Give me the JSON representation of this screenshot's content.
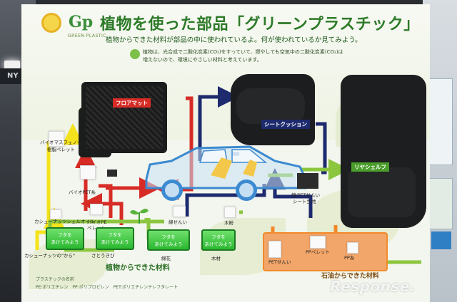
{
  "header": {
    "title": "植物を使った部品「グリーンプラスチック」",
    "logo_mark": "Gp",
    "logo_text": "GREEN PLASTIC",
    "subtitle": "植物からできた材料が部品の中に使われているよ。何が使われているか見てみよう。",
    "note_line1": "植物は、光合成で二酸化炭素(CO₂)をすっていて、燃やしても空気中の二酸化炭素(CO₂)は",
    "note_line2": "増えないので、環境にやさしい材料と考えています。"
  },
  "parts": {
    "floor_mat": "フロアマット",
    "seat_cushion": "シートクッション",
    "seat_back": "リヤシェルフ"
  },
  "materials": {
    "bio_polyester": "バイオマスフェノール",
    "bio_polyester_2": "樹脂ペレット",
    "bio_pe": "バイオPET糸",
    "cassava": "カシューナッツシェルオイル",
    "bio_pe_pellet": "バイオPE",
    "bio_pe_pellet_2": "ペレット",
    "cotton": "綿せんい",
    "wood": "木粉",
    "pet_fiber": "綿/PETせんい",
    "pet_fiber_2": "シート生地",
    "pet_sen": "PETせんい",
    "pp_pellet": "PPペレット",
    "pp_fiber": "PP糸"
  },
  "buttons": [
    {
      "line1": "フタを",
      "line2": "あけてみよう"
    },
    {
      "line1": "フタを",
      "line2": "あけてみよう"
    },
    {
      "line1": "フタを",
      "line2": "あけてみよう"
    },
    {
      "line1": "フタを",
      "line2": "あけてみよう"
    }
  ],
  "button_labels": {
    "b1": "カシューナッツの\"から\"",
    "b2": "さとうきび",
    "b3": "綿花",
    "b4": "木材"
  },
  "banners": {
    "plant": "植物からできた材料",
    "oil": "石油からできた材料"
  },
  "legend": {
    "line1": "プラスチックの名前",
    "line2": "PE:ポリエチレン　PP:ポリプロピレン　PET:ポリエチレンテレフタレート"
  },
  "side_sign": "NY",
  "watermark": "Response.",
  "colors": {
    "red": "#d72b25",
    "navy": "#1d2a6e",
    "blue": "#2f6bc4",
    "green": "#8cc63f",
    "yellow": "#f4e21c",
    "orange": "#f28a2c"
  }
}
